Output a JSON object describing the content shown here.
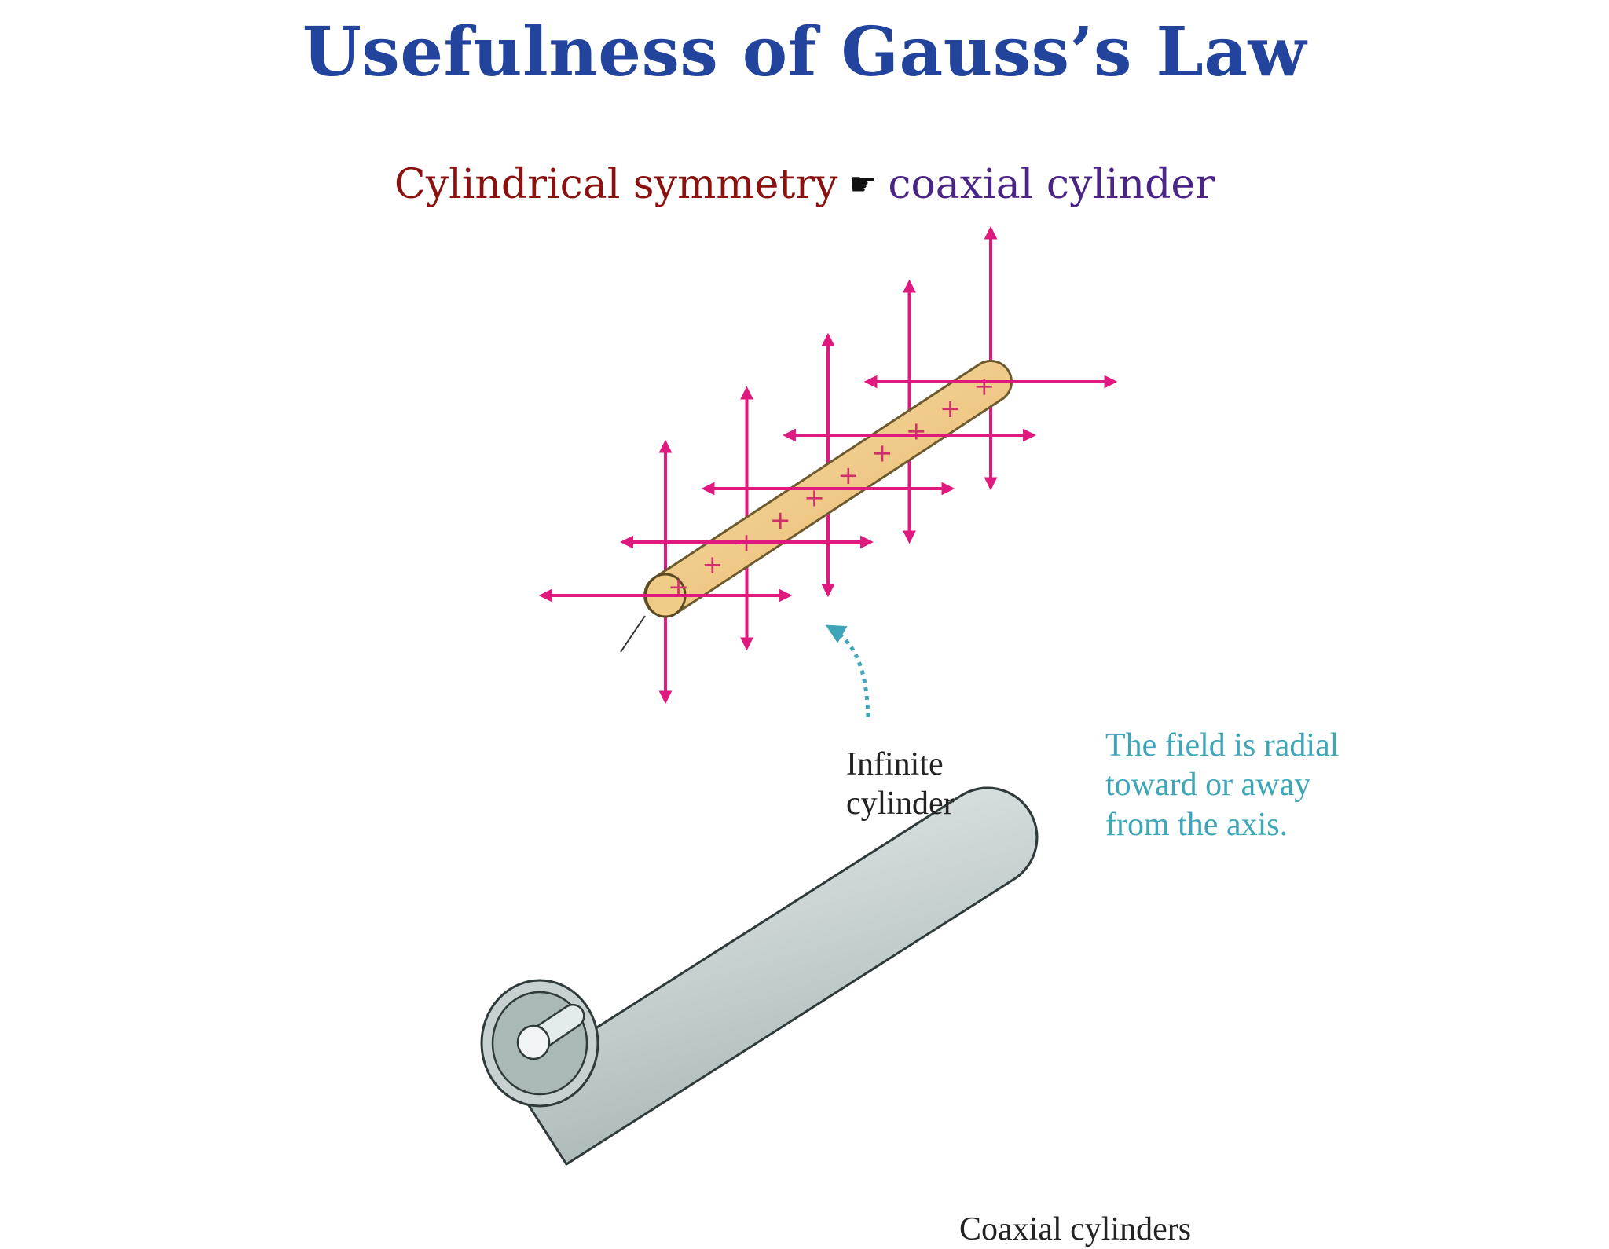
{
  "title": "Usefulness of Gauss’s Law",
  "subtitle": {
    "left": "Cylindrical symmetry",
    "arrow": "☛",
    "right": "coaxial cylinder"
  },
  "figure": {
    "infinite_label_line1": "Infinite",
    "infinite_label_line2": "cylinder",
    "field_note_line1": "The field is radial",
    "field_note_line2": "toward or away",
    "field_note_line3": "from the axis.",
    "coaxial_label": "Coaxial cylinders",
    "charge_symbol": "+",
    "colors": {
      "title": "#22449c",
      "subtitle_left": "#8b1010",
      "subtitle_right": "#4b2585",
      "field_arrow": "#e0197f",
      "rod_fill": "#f3cf8c",
      "note_text": "#3ea6b8",
      "coax_fill": "#cdd6d6"
    }
  }
}
